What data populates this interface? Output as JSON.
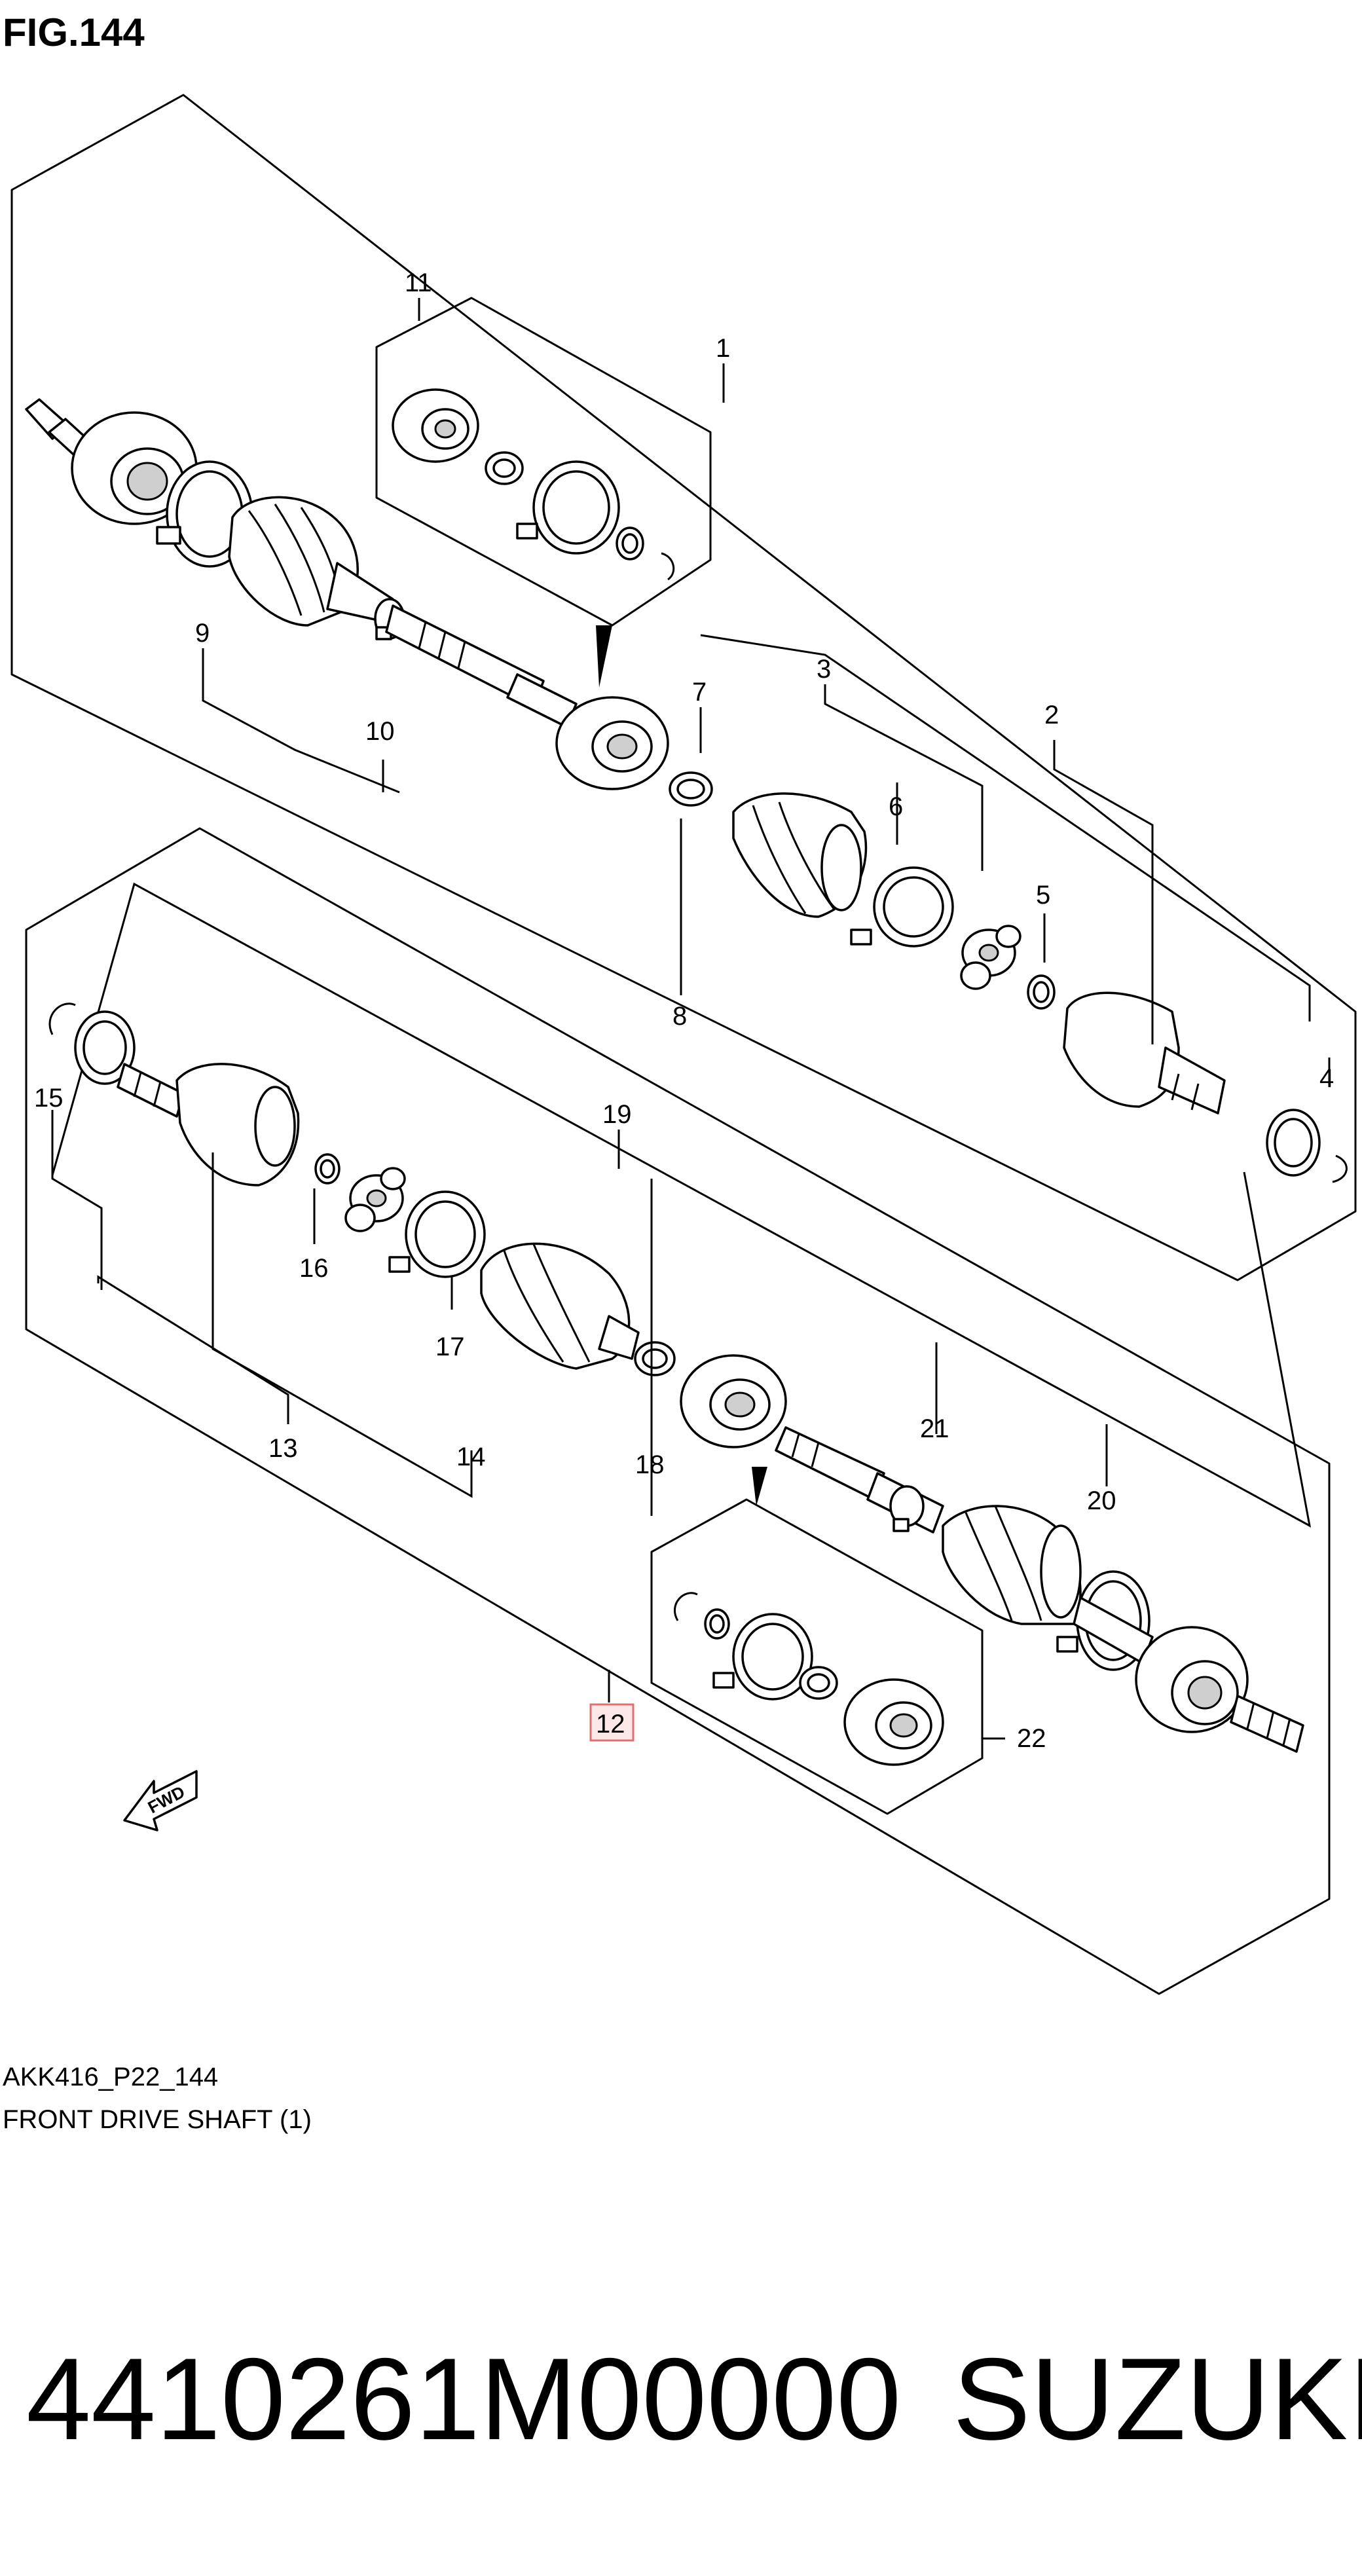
{
  "figure": {
    "title": "FIG.144",
    "drawing_code": "AKK416_P22_144",
    "caption": "FRONT DRIVE SHAFT (1)",
    "fwd_label": "FWD",
    "highlighted_callout": "12",
    "highlight_color": "#e07070"
  },
  "callouts": {
    "c1": "1",
    "c2": "2",
    "c3": "3",
    "c4": "4",
    "c5": "5",
    "c6": "6",
    "c7": "7",
    "c8": "8",
    "c9": "9",
    "c10": "10",
    "c11": "11",
    "c12": "12",
    "c13": "13",
    "c14": "14",
    "c15": "15",
    "c16": "16",
    "c17": "17",
    "c18": "18",
    "c19": "19",
    "c20": "20",
    "c21": "21",
    "c22": "22"
  },
  "product": {
    "part_number": "4410261M00000",
    "brand": "SUZUKI"
  }
}
